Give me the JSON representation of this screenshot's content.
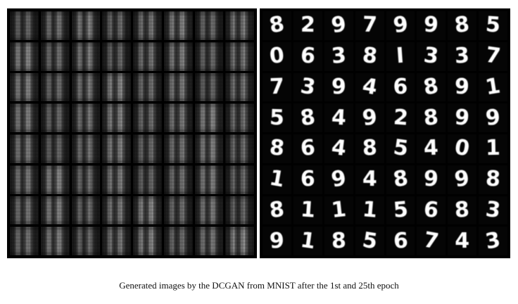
{
  "figure": {
    "caption": "Generated images by the DCGAN from MNIST after the 1st and 25th epoch",
    "left_panel": {
      "rows": 8,
      "cols": 8
    },
    "right_panel": {
      "rows": [
        [
          "8",
          "2",
          "9",
          "7",
          "9",
          "9",
          "8",
          "5"
        ],
        [
          "0",
          "6",
          "3",
          "8",
          "I",
          "3",
          "3",
          "7"
        ],
        [
          "7",
          "3",
          "9",
          "4",
          "6",
          "8",
          "9",
          "1"
        ],
        [
          "5",
          "8",
          "4",
          "9",
          "2",
          "8",
          "9",
          "9"
        ],
        [
          "8",
          "6",
          "4",
          "8",
          "5",
          "4",
          "0",
          "1"
        ],
        [
          "1",
          "6",
          "9",
          "4",
          "8",
          "9",
          "9",
          "8"
        ],
        [
          "8",
          "1",
          "1",
          "1",
          "5",
          "6",
          "8",
          "3"
        ],
        [
          "9",
          "1",
          "8",
          "5",
          "6",
          "7",
          "4",
          "3"
        ]
      ]
    }
  }
}
